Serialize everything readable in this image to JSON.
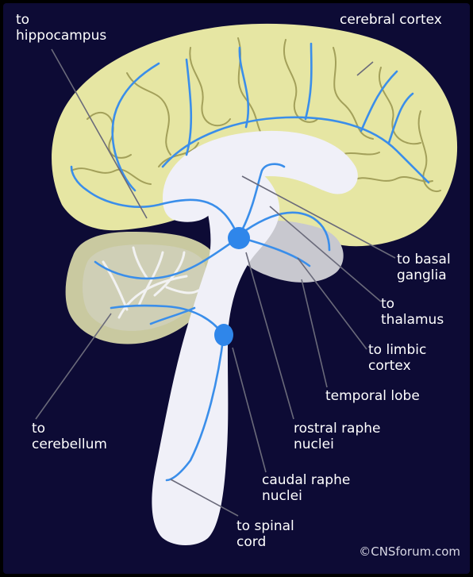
{
  "colors": {
    "background": "#0d0b35",
    "cortex": "#e6e6a3",
    "brainstem": "#f0f0f8",
    "cerebellum": "#c9c9a0",
    "pathway": "#3a8eea",
    "nucleus": "#2f86ea",
    "leader_line": "#6a6a7a",
    "text": "#ffffff"
  },
  "labels": {
    "to_hippocampus": [
      "to",
      "hippocampus"
    ],
    "cerebral_cortex": [
      "cerebral cortex"
    ],
    "to_basal_ganglia": [
      "to basal",
      "ganglia"
    ],
    "to_thalamus": [
      "to",
      "thalamus"
    ],
    "to_limbic_cortex": [
      "to limbic",
      "cortex"
    ],
    "temporal_lobe": [
      "temporal lobe"
    ],
    "rostral_raphe_nuclei": [
      "rostral raphe",
      "nuclei"
    ],
    "caudal_raphe_nuclei": [
      "caudal raphe",
      "nuclei"
    ],
    "to_spinal_cord": [
      "to spinal",
      "cord"
    ],
    "to_cerebellum": [
      "to",
      "cerebellum"
    ]
  },
  "credit": "©CNSforum.com"
}
